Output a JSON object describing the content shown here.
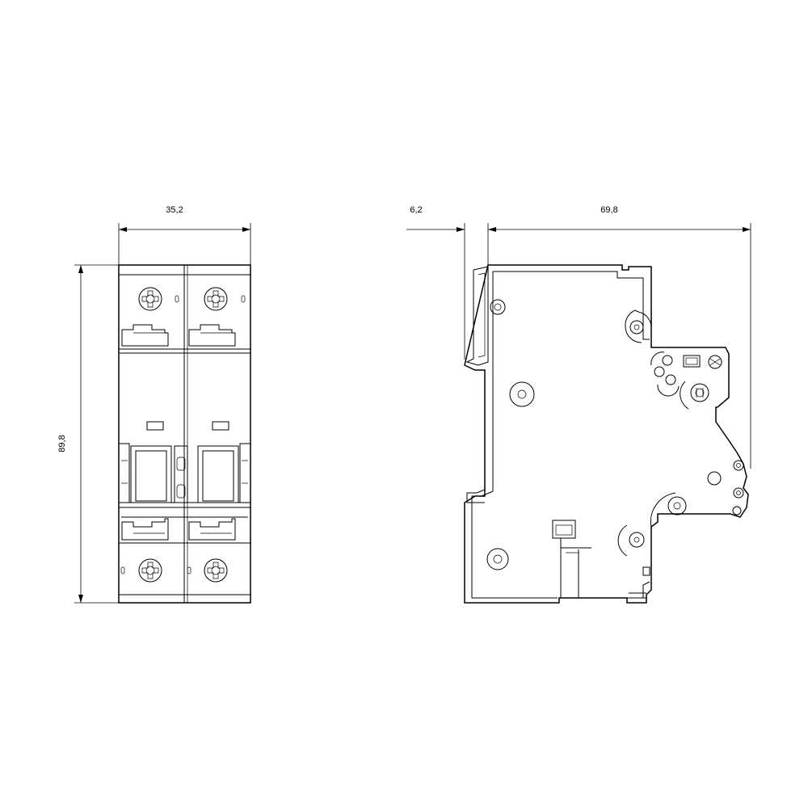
{
  "dimensions": {
    "front_width": "35,2",
    "front_height": "89,8",
    "side_offset": "6,2",
    "side_depth": "69,8"
  },
  "colors": {
    "line": "#000000",
    "background": "#ffffff"
  }
}
